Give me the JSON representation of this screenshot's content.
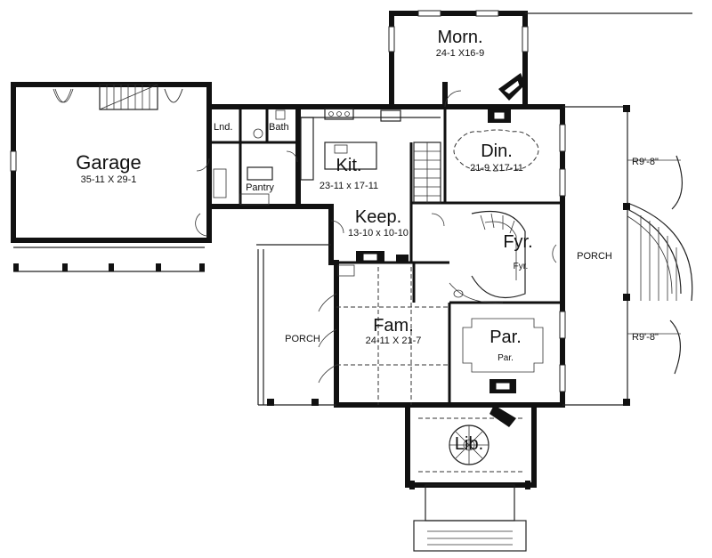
{
  "rooms": {
    "morning": {
      "name": "Morn.",
      "dims": "24-1 X16-9"
    },
    "garage": {
      "name": "Garage",
      "dims": "35-11 X 29-1"
    },
    "laundry": {
      "name": "Lnd."
    },
    "bath": {
      "name": "Bath"
    },
    "pantry": {
      "name": "Pantry"
    },
    "kitchen": {
      "name": "Kit.",
      "dims": "23-11 x 17-11"
    },
    "dining": {
      "name": "Din.",
      "dims": "21-9 X17-11"
    },
    "keeping": {
      "name": "Keep.",
      "dims": "13-10 x 10-10"
    },
    "foyer": {
      "name": "Fyr.",
      "sub": "Fyr."
    },
    "family": {
      "name": "Fam.",
      "dims": "24-11 X 21-7"
    },
    "parlor": {
      "name": "Par.",
      "sub": "Par."
    },
    "library": {
      "name": "Lib."
    }
  },
  "porches": {
    "right": "PORCH",
    "left": "PORCH",
    "radius_top": "R9'-8\"",
    "radius_bottom": "R9'-8\""
  },
  "icons": [
    "fireplace-icon",
    "spiral-stair-icon",
    "curved-stair-icon",
    "straight-stair-icon",
    "range-icon",
    "door-swing-icon"
  ]
}
